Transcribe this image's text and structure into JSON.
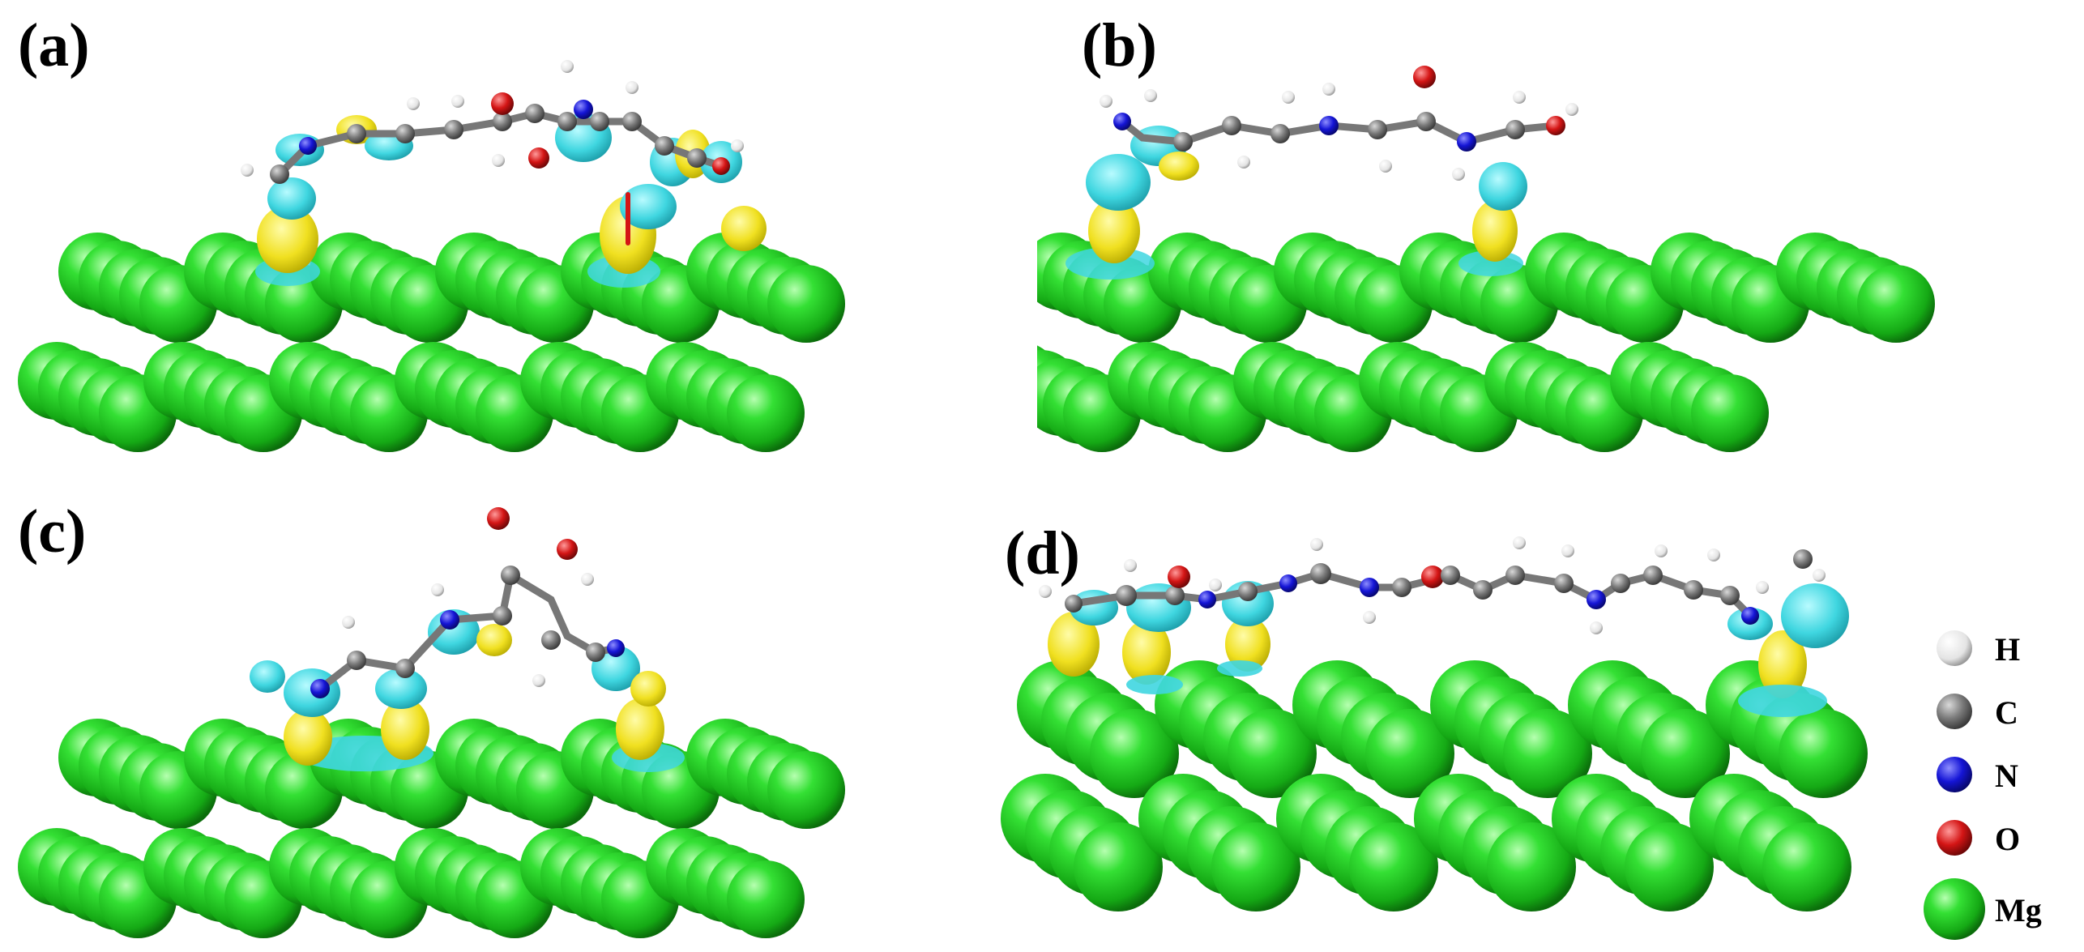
{
  "figure": {
    "panels": [
      {
        "id": "a",
        "label": "(a)"
      },
      {
        "id": "b",
        "label": "(b)"
      },
      {
        "id": "c",
        "label": "(c)"
      },
      {
        "id": "d",
        "label": "(d)"
      }
    ],
    "legend": [
      {
        "symbol": "H",
        "color": "#f2f2f2"
      },
      {
        "symbol": "C",
        "color": "#7a7a7a"
      },
      {
        "symbol": "N",
        "color": "#1515d6"
      },
      {
        "symbol": "O",
        "color": "#d41515"
      },
      {
        "symbol": "Mg",
        "color": "#22cc22"
      }
    ]
  }
}
